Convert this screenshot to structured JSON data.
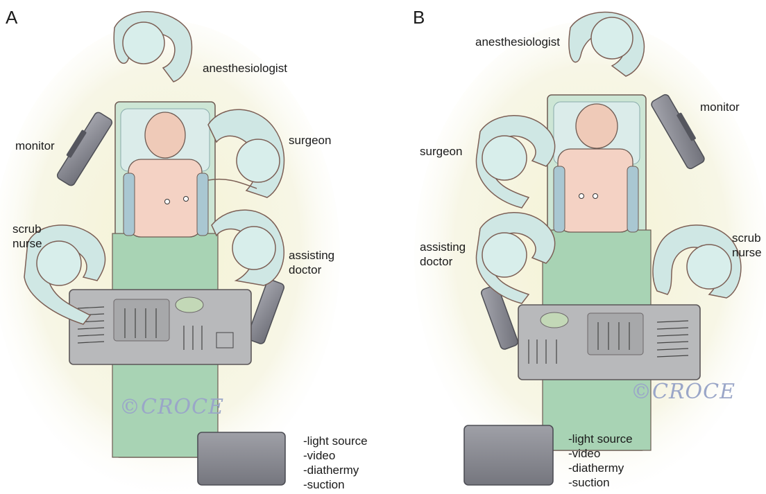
{
  "panel_a": {
    "letter": "A",
    "labels": {
      "anesthesiologist": "anesthesiologist",
      "monitor": "monitor",
      "surgeon": "surgeon",
      "scrub_nurse": [
        "scrub",
        "nurse"
      ],
      "assisting_doctor": [
        "assisting",
        "doctor"
      ],
      "equipment": [
        "-light source",
        "-video",
        "-diathermy",
        "-suction"
      ]
    },
    "signature": "©CROCE"
  },
  "panel_b": {
    "letter": "B",
    "labels": {
      "anesthesiologist": "anesthesiologist",
      "monitor": "monitor",
      "surgeon": "surgeon",
      "scrub_nurse": [
        "scrub",
        "nurse"
      ],
      "assisting_doctor": [
        "assisting",
        "doctor"
      ],
      "equipment": [
        "-light source",
        "-video",
        "-diathermy",
        "-suction"
      ]
    },
    "signature": "©CROCE"
  },
  "colors": {
    "floor_glow": "#f3f1d6",
    "gown": "#cfe7e4",
    "gown_stroke": "#7c5f55",
    "table": "#c9e3d2",
    "drape": "#a9d2b3",
    "skin": "#f2cfc2",
    "device": "#8a8b93",
    "tray": "#b6b7b9"
  }
}
